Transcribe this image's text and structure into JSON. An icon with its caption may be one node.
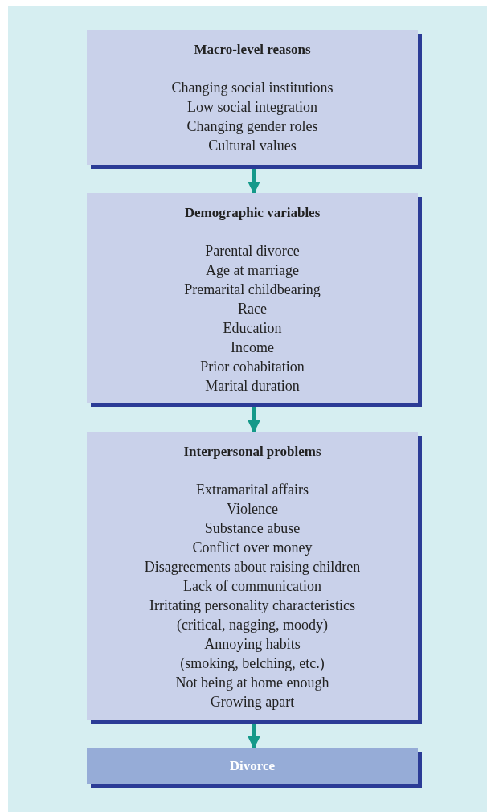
{
  "diagram": {
    "nodes": [
      {
        "text": [
          "Macro-level reasons",
          "Changing social institutions",
          "Low social integration",
          "Changing gender roles",
          "Cultural values"
        ]
      },
      {
        "text": [
          "Demographic variables",
          "Parental divorce",
          "Age at marriage",
          "Premarital childbearing",
          "Race",
          "Education",
          "Income",
          "Prior cohabitation",
          "Marital duration"
        ]
      },
      {
        "text": [
          "Interpersonal problems",
          "Extramarital affairs",
          "Violence",
          "Substance abuse",
          "Conflict over money",
          "Disagreements about raising children",
          "Lack of communication",
          "Irritating personality characteristics",
          "(critical, nagging, moody)",
          "Annoying habits",
          "(smoking, belching, etc.)",
          "Not being at home enough",
          "Growing apart"
        ]
      },
      {
        "text": [
          "Divorce"
        ]
      }
    ],
    "edges": [
      {
        "from": 0,
        "to": 1,
        "arrow": "to"
      },
      {
        "from": 1,
        "to": 2,
        "arrow": "to"
      },
      {
        "from": 2,
        "to": 3,
        "arrow": "to"
      }
    ]
  }
}
